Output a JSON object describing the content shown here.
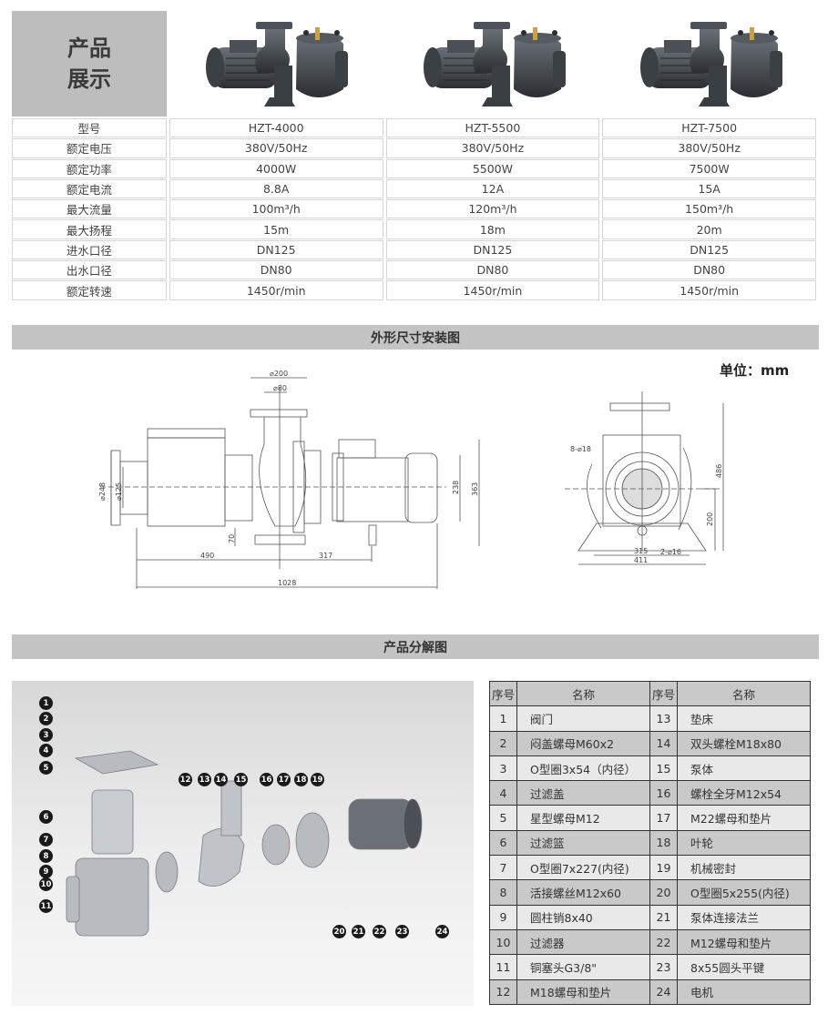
{
  "showcase_title": [
    "产品",
    "展示"
  ],
  "spec_table": {
    "rows": [
      {
        "label": "型号",
        "values": [
          "HZT-4000",
          "HZT-5500",
          "HZT-7500"
        ]
      },
      {
        "label": "额定电压",
        "values": [
          "380V/50Hz",
          "380V/50Hz",
          "380V/50Hz"
        ]
      },
      {
        "label": "额定功率",
        "values": [
          "4000W",
          "5500W",
          "7500W"
        ]
      },
      {
        "label": "额定电流",
        "values": [
          "8.8A",
          "12A",
          "15A"
        ]
      },
      {
        "label": "最大流量",
        "values": [
          "100m³/h",
          "120m³/h",
          "150m³/h"
        ]
      },
      {
        "label": "最大扬程",
        "values": [
          "15m",
          "18m",
          "20m"
        ]
      },
      {
        "label": "进水口径",
        "values": [
          "DN125",
          "DN125",
          "DN125"
        ]
      },
      {
        "label": "出水口径",
        "values": [
          "DN80",
          "DN80",
          "DN80"
        ]
      },
      {
        "label": "额定转速",
        "values": [
          "1450r/min",
          "1450r/min",
          "1450r/min"
        ]
      }
    ]
  },
  "dimension_section": {
    "title": "外形尺寸安装图",
    "unit": "单位：mm",
    "side_view": {
      "d200": "⌀200",
      "d80": "⌀80",
      "d248": "⌀248",
      "d125": "⌀125",
      "h70": "70",
      "l490": "490",
      "l317": "317",
      "l1028": "1028",
      "h238": "238",
      "h363": "363"
    },
    "front_view": {
      "holes": "8-⌀18",
      "feet": "2-⌀16",
      "w315": "315",
      "w411": "411",
      "h200": "200",
      "h486": "486"
    }
  },
  "exploded_section": {
    "title": "产品分解图",
    "callouts": [
      "1",
      "2",
      "3",
      "4",
      "5",
      "6",
      "7",
      "8",
      "9",
      "10",
      "11",
      "12",
      "13",
      "14",
      "15",
      "16",
      "17",
      "18",
      "19",
      "20",
      "21",
      "22",
      "23",
      "24"
    ]
  },
  "parts_table": {
    "headers": [
      "序号",
      "名称",
      "序号",
      "名称"
    ],
    "rows": [
      [
        "1",
        "阀门",
        "13",
        "垫床"
      ],
      [
        "2",
        "闷盖螺母M60x2",
        "14",
        "双头螺栓M18x80"
      ],
      [
        "3",
        "O型圈3x54（内径）",
        "15",
        "泵体"
      ],
      [
        "4",
        "过滤盖",
        "16",
        "螺栓全牙M12x54"
      ],
      [
        "5",
        "星型螺母M12",
        "17",
        "M22螺母和垫片"
      ],
      [
        "6",
        "过滤篮",
        "18",
        "叶轮"
      ],
      [
        "7",
        "O型圈7x227(内径)",
        "19",
        "机械密封"
      ],
      [
        "8",
        "活接螺丝M12x60",
        "20",
        "O型圈5x255(内径)"
      ],
      [
        "9",
        "圆柱销8x40",
        "21",
        "泵体连接法兰"
      ],
      [
        "10",
        "过滤器",
        "22",
        "M12螺母和垫片"
      ],
      [
        "11",
        "铜塞头G3/8\"",
        "23",
        "8x55圆头平键"
      ],
      [
        "12",
        "M18螺母和垫片",
        "24",
        "电机"
      ]
    ]
  }
}
